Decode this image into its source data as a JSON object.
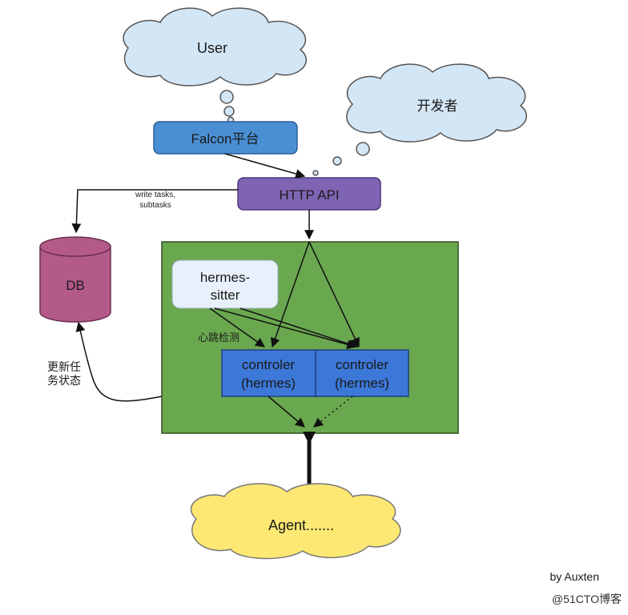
{
  "nodes": {
    "user": "User",
    "developer": "开发者",
    "falcon": "Falcon平台",
    "http_api": "HTTP API",
    "db": "DB",
    "hermes_sitter": [
      "hermes-",
      "sitter"
    ],
    "controller_1": [
      "controler",
      "(hermes)"
    ],
    "controller_2": [
      "controler",
      "(hermes)"
    ],
    "agent": "Agent......."
  },
  "edge_labels": {
    "write_tasks": [
      "write tasks,",
      "subtasks"
    ],
    "heartbeat": "心跳检测",
    "update_status": [
      "更新任",
      "务状态"
    ]
  },
  "footer": {
    "author": "by Auxten",
    "watermark": "@51CTO博客"
  },
  "colors": {
    "cloud_blue": "#d3e6f6",
    "cloud_yellow": "#fde873",
    "falcon_box": "#4a8fd4",
    "http_api_box": "#8064b4",
    "db_cylinder": "#b45a89",
    "cluster_green": "#6aa84f",
    "sitter_box": "#e8f0fb",
    "controller_box": "#3c78d8"
  }
}
